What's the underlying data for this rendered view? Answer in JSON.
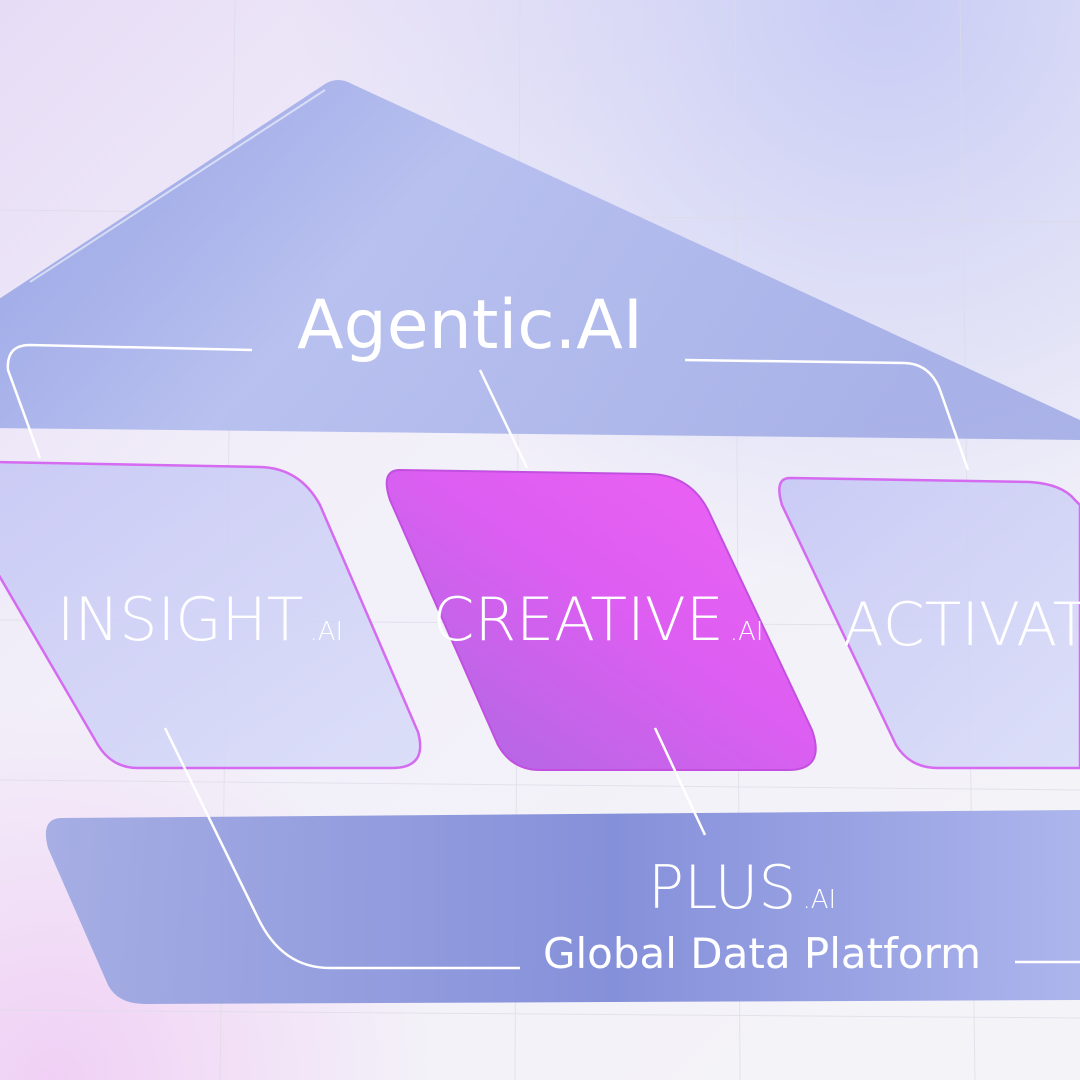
{
  "diagram": {
    "roof_title": "Agentic.AI",
    "modules": [
      {
        "name": "INSIGHT",
        "suffix": ".AI"
      },
      {
        "name": "CREATIVE",
        "suffix": ".AI"
      },
      {
        "name": "ACTIVATE",
        "suffix": ""
      }
    ],
    "foundation": {
      "name": "PLUS",
      "suffix": ".AI",
      "subtitle": "Global Data Platform"
    }
  },
  "colors": {
    "roof": "#9fa8e6",
    "module_card": "#ccd0f6",
    "highlight_card": "#d35ef0",
    "card_edge": "#d46bf0",
    "foundation": "#8d97dc",
    "line": "#ffffff"
  }
}
